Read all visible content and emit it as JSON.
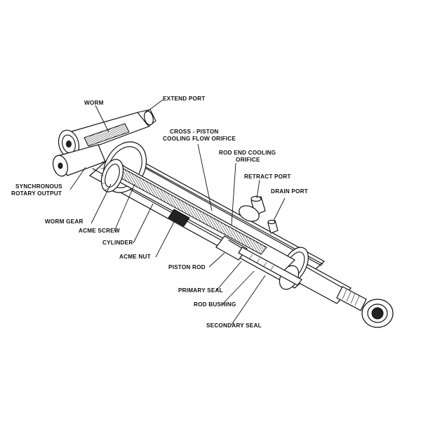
{
  "labels": {
    "worm": "WORM",
    "extend_port": "EXTEND PORT",
    "cross_piston_l1": "CROSS - PISTON",
    "cross_piston_l2": "COOLING FLOW ORIFICE",
    "rod_end_l1": "ROD END COOLING",
    "rod_end_l2": "ORIFICE",
    "retract_port": "RETRACT PORT",
    "drain_port": "DRAIN PORT",
    "sync_l1": "SYNCHRONOUS",
    "sync_l2": "ROTARY OUTPUT",
    "worm_gear": "WORM GEAR",
    "acme_screw": "ACME SCREW",
    "cylinder": "CYLINDER",
    "acme_nut": "ACME NUT",
    "piston_rod": "PISTON ROD",
    "primary_seal": "PRIMARY SEAL",
    "rod_bushing": "ROD BUSHING",
    "secondary_seal": "SECONDARY SEAL"
  }
}
